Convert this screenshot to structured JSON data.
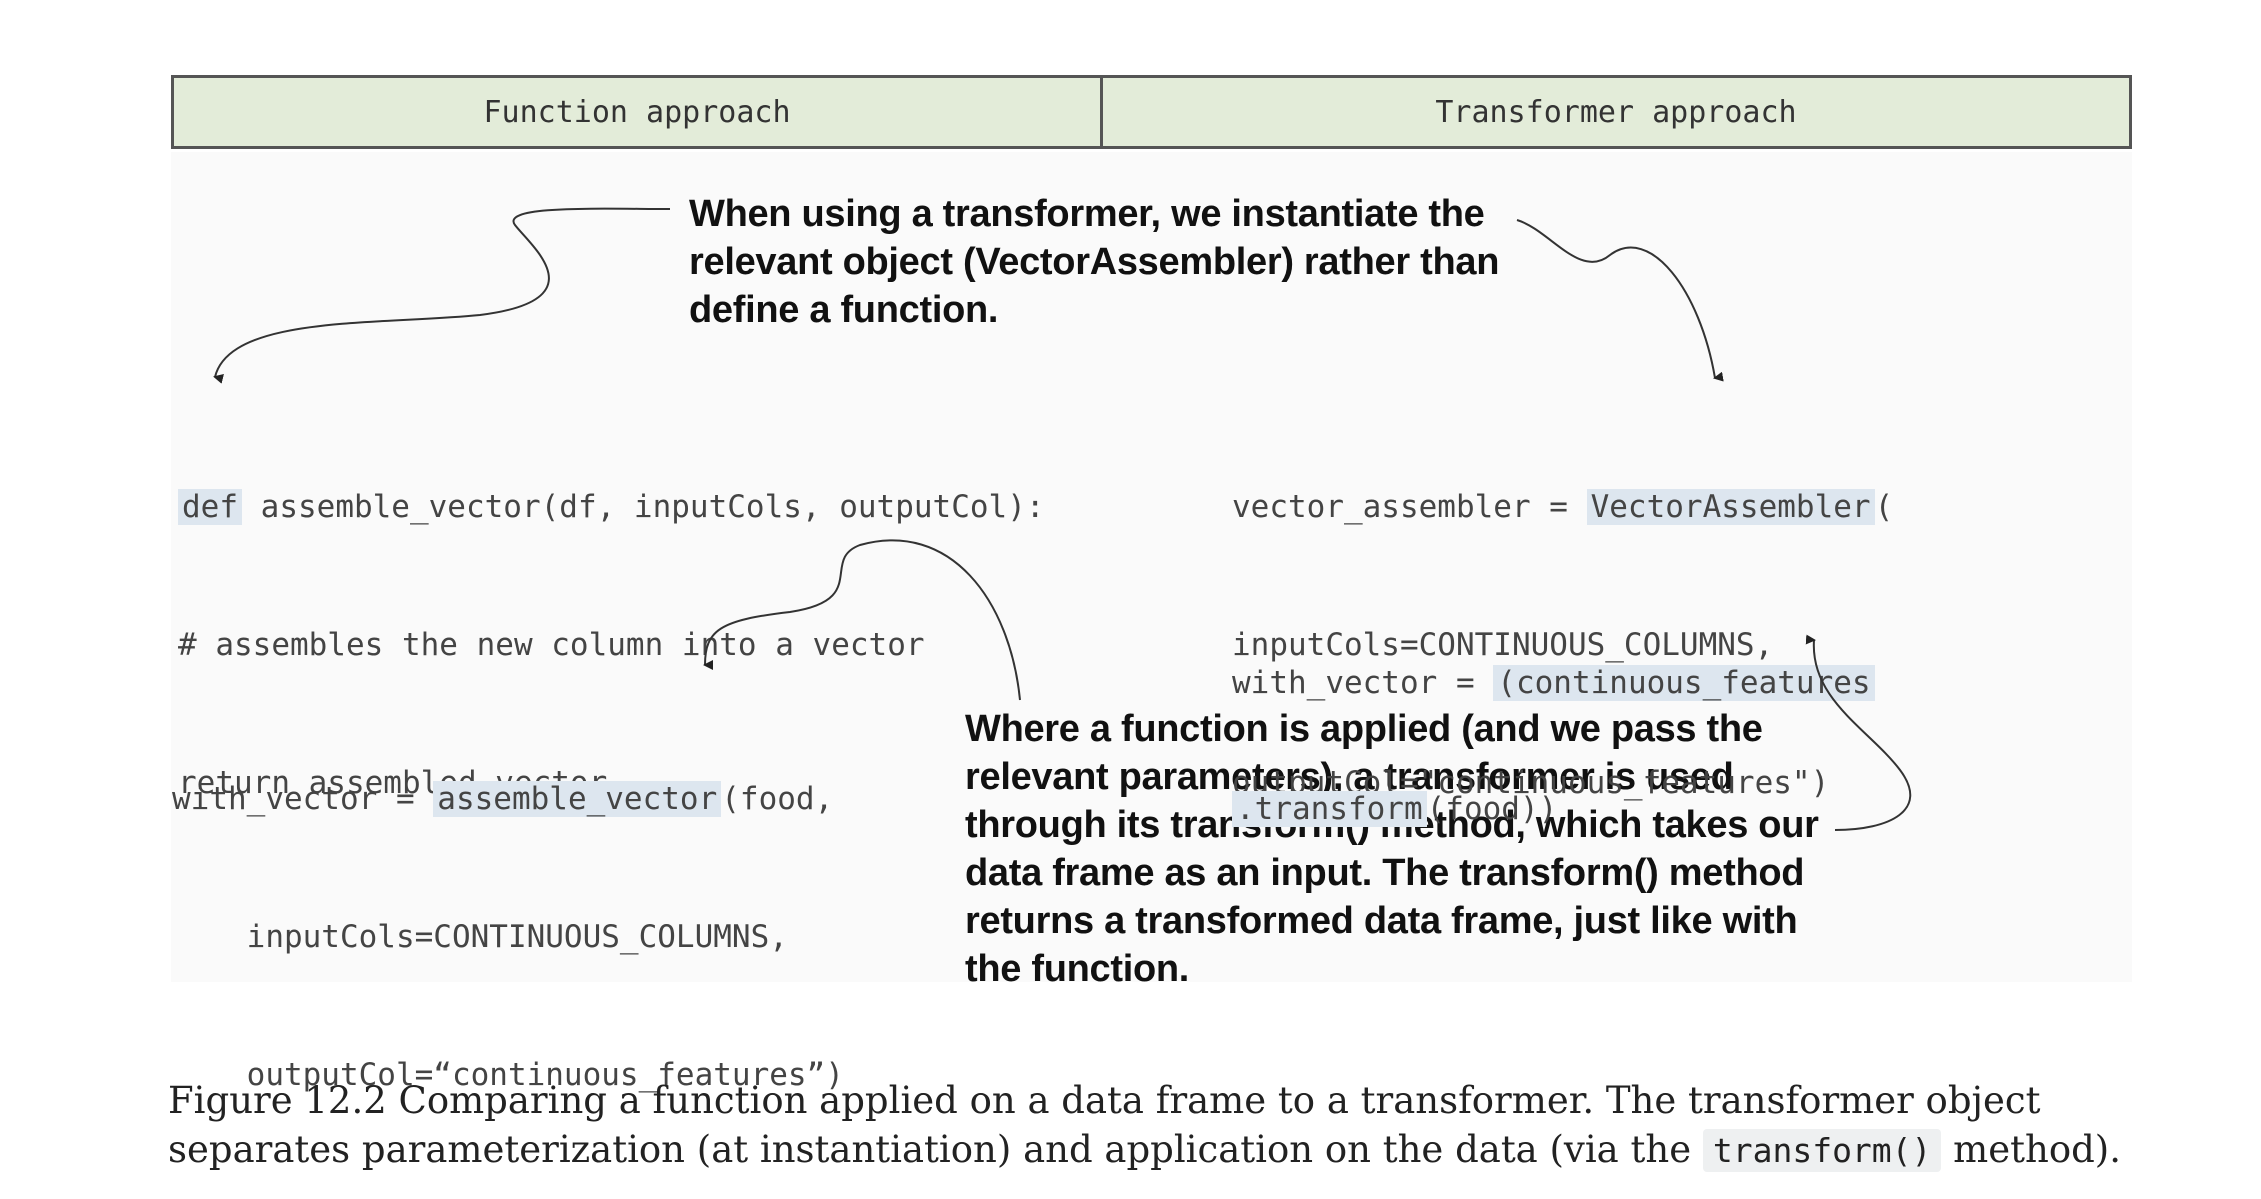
{
  "header": {
    "left_title": "Function approach",
    "right_title": "Transformer approach"
  },
  "callouts": {
    "top": [
      "When using a transformer, we instantiate the",
      "relevant object (VectorAssembler) rather than",
      "define a function."
    ],
    "bottom": [
      "Where a function is applied (and we pass the",
      "relevant parameters), a transformer is used",
      "through its transform() method, which takes our",
      "data frame as an input. The transform() method",
      "returns a transformed data frame, just like with",
      "the function."
    ]
  },
  "code": {
    "function_def": {
      "keyword": "def",
      "line1_rest": " assemble_vector(df, inputCols, outputCol):",
      "line2": "# assembles the new column into a vector",
      "line3": "return assembled_vector"
    },
    "function_call": {
      "prefix": "with_vector = ",
      "func": "assemble_vector",
      "line1_rest": "(food,",
      "line2": "    inputCols=CONTINUOUS_COLUMNS,",
      "line3": "    outputCol=“continuous_features”)"
    },
    "transformer_def": {
      "prefix": "vector_assembler = ",
      "cls": "VectorAssembler",
      "line1_rest": "(",
      "line2": "inputCols=CONTINUOUS_COLUMNS,",
      "line3": "outputCol=\"continuous_features\")"
    },
    "transformer_apply": {
      "prefix": "with_vector = ",
      "obj": "(continuous_features",
      "method": ".transform",
      "line2_rest": "(food))"
    }
  },
  "caption": {
    "text_before": "Figure 12.2 Comparing a function applied on a data frame to a transformer. The transformer object separates parameterization (at instantiation) and application on the data (via the ",
    "code": "transform()",
    "text_after": " method)."
  },
  "colors": {
    "header_bg": "#e3ecd9",
    "highlight": "#dde6ef",
    "panel_bg": "#fafafa"
  }
}
